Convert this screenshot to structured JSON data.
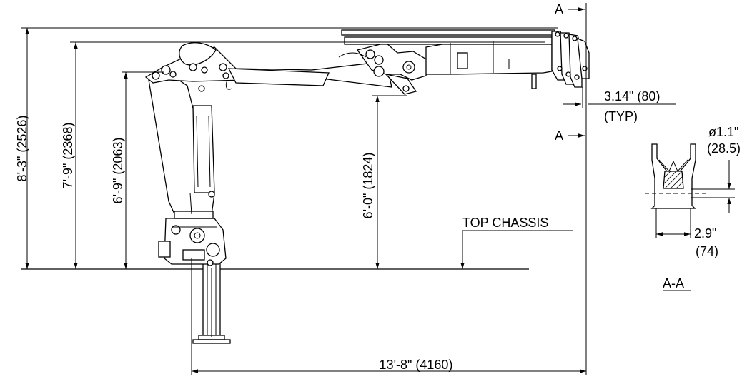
{
  "dimensions": {
    "overall_height": "8'-3\" (2526)",
    "boom_height": "7'-9\" (2368)",
    "pivot_height": "6'-9\" (2063)",
    "boom_clearance": "6'-0\" (1824)",
    "reach": "13'-8\" (4160)",
    "tip_offset": "3.14\" (80)",
    "tip_offset_note": "(TYP)"
  },
  "labels": {
    "top_chassis": "TOP CHASSIS",
    "section_mark_top": "A",
    "section_mark_bottom": "A",
    "section_title": "A-A"
  },
  "section_view": {
    "diameter": "ø1.1\"",
    "diameter_mm": "(28.5)",
    "width": "2.9\"",
    "width_mm": "(74)"
  }
}
